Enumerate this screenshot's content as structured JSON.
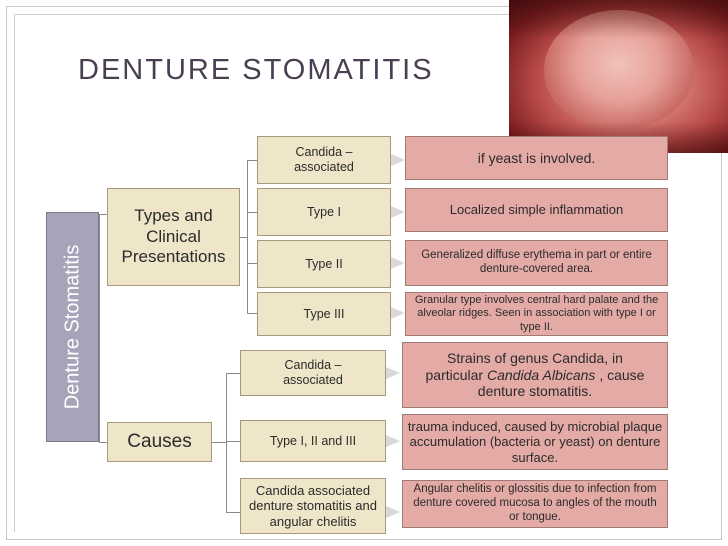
{
  "title": "DENTURE  STOMATITIS",
  "root": "Denture Stomatitis",
  "branches": [
    {
      "label": "Types and Clinical Presentations",
      "children": [
        {
          "type": "Candida – associated",
          "desc": "if yeast is involved."
        },
        {
          "type": "Type I",
          "desc": "Localized simple inflammation"
        },
        {
          "type": "Type II",
          "desc": "Generalized diffuse erythema in part or entire denture-covered area."
        },
        {
          "type": "Type III",
          "desc": "Granular type involves central hard palate and the alveolar ridges. Seen in association with type I or type II."
        }
      ]
    },
    {
      "label": "Causes",
      "children": [
        {
          "type": "Candida – associated",
          "desc_pre": "Strains of genus Candida, in particular ",
          "desc_em1": "Candida Albicans",
          "desc_post": " , cause denture stomatitis."
        },
        {
          "type": "Type I, II and III",
          "desc": "trauma induced, caused by microbial plaque accumulation (bacteria or yeast) on denture surface."
        },
        {
          "type": "Candida associated denture stomatitis and angular chelitis",
          "desc": "Angular chelitis or glossitis due to infection from denture covered mucosa to angles of the mouth or tongue."
        }
      ]
    }
  ],
  "colors": {
    "tan": "#efe5c8",
    "pink": "#e4aaa6",
    "purple": "#a8a3b9",
    "title": "#4a3f52"
  }
}
